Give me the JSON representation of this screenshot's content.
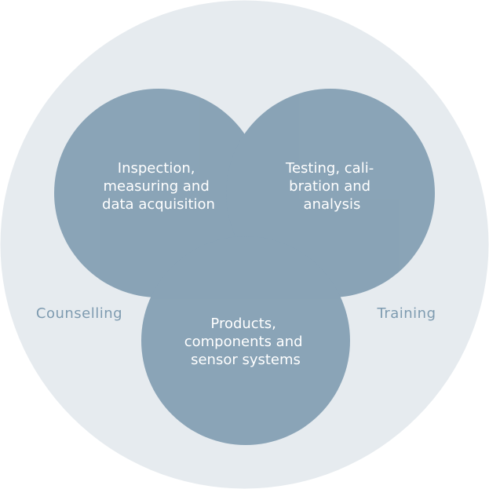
{
  "colors": {
    "outer": "#e6ebef",
    "circle": "#2e5d7f",
    "label": "#ffffff",
    "side_label": "#7e9bb0"
  },
  "circles": [
    {
      "lines": [
        "Inspection,",
        "measuring and",
        "data acquisition"
      ]
    },
    {
      "lines": [
        "Testing, cali-",
        "bration and",
        "analysis"
      ]
    },
    {
      "lines": [
        "Products,",
        "components and",
        "sensor systems"
      ]
    }
  ],
  "outer_labels": {
    "left": "Counselling",
    "right": "Training"
  }
}
